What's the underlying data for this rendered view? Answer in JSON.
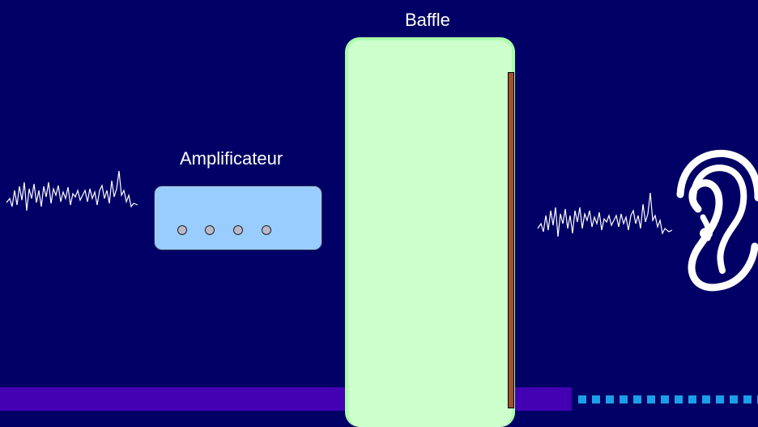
{
  "labels": {
    "baffle": "Baffle",
    "amplifier": "Amplificateur"
  },
  "colors": {
    "background": "#000066",
    "baffle_fill": "#ccffcc",
    "amplifier_fill": "#99ccff",
    "floor_bar": "#4400b3",
    "dots": "#1a9fe8",
    "panel": "#a0522d",
    "waveform": "#ffffff"
  },
  "icons": {
    "ear": "ear-icon",
    "waveform": "sound-waveform-icon"
  },
  "amplifier": {
    "knob_count": 4
  }
}
